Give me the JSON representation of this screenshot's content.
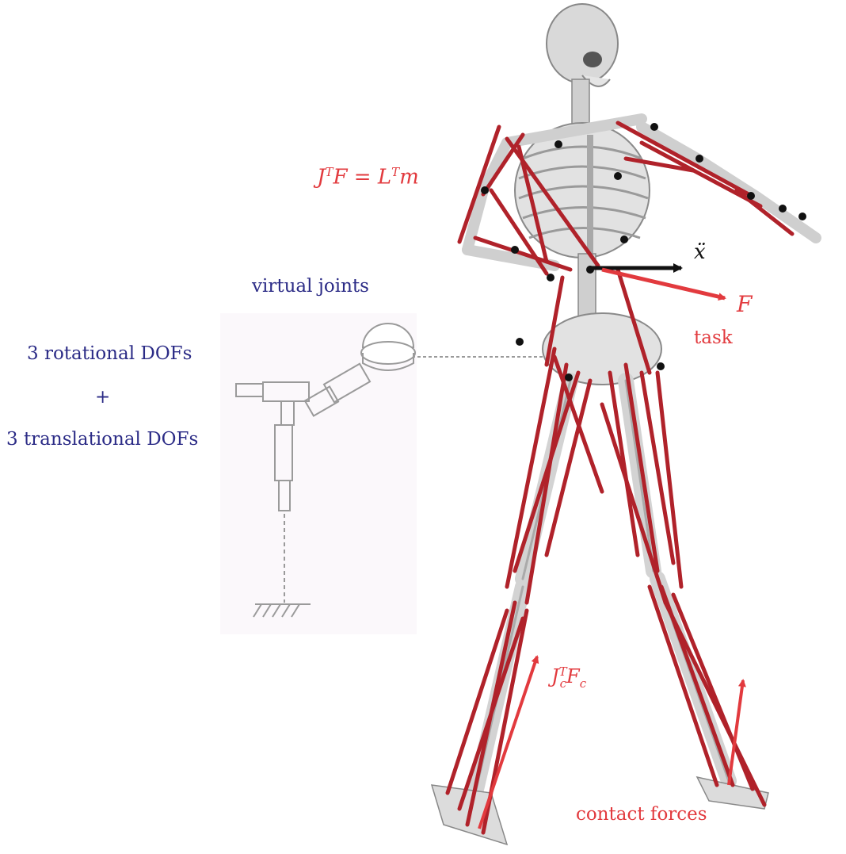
{
  "labels": {
    "virtual_joints": "virtual joints",
    "rotational": "3 rotational DOFs",
    "plus": "+",
    "translational": "3 translational DOFs",
    "task": "task",
    "contact_forces": "contact forces",
    "xddot": "ẍ",
    "F": "F"
  },
  "equations": {
    "main": {
      "J": "J",
      "T1": "T",
      "F": "F",
      "eq": "=",
      "L": "L",
      "T2": "T",
      "m": "m"
    },
    "contact": {
      "J": "J",
      "sup": "T",
      "sub": "c",
      "F": "F",
      "sub2": "c"
    }
  },
  "colors": {
    "muscle": "#b0222a",
    "bone": "#d9d9d9",
    "bone_shade": "#9c9c9c",
    "label_blue": "#2b2b86",
    "label_red": "#e23a3e",
    "robot_gray": "#9a9a9a",
    "marker": "#111111"
  },
  "icons": [
    "skeleton-figure",
    "virtual-joint-robot-icon",
    "ground-icon",
    "force-arrow-icon"
  ]
}
